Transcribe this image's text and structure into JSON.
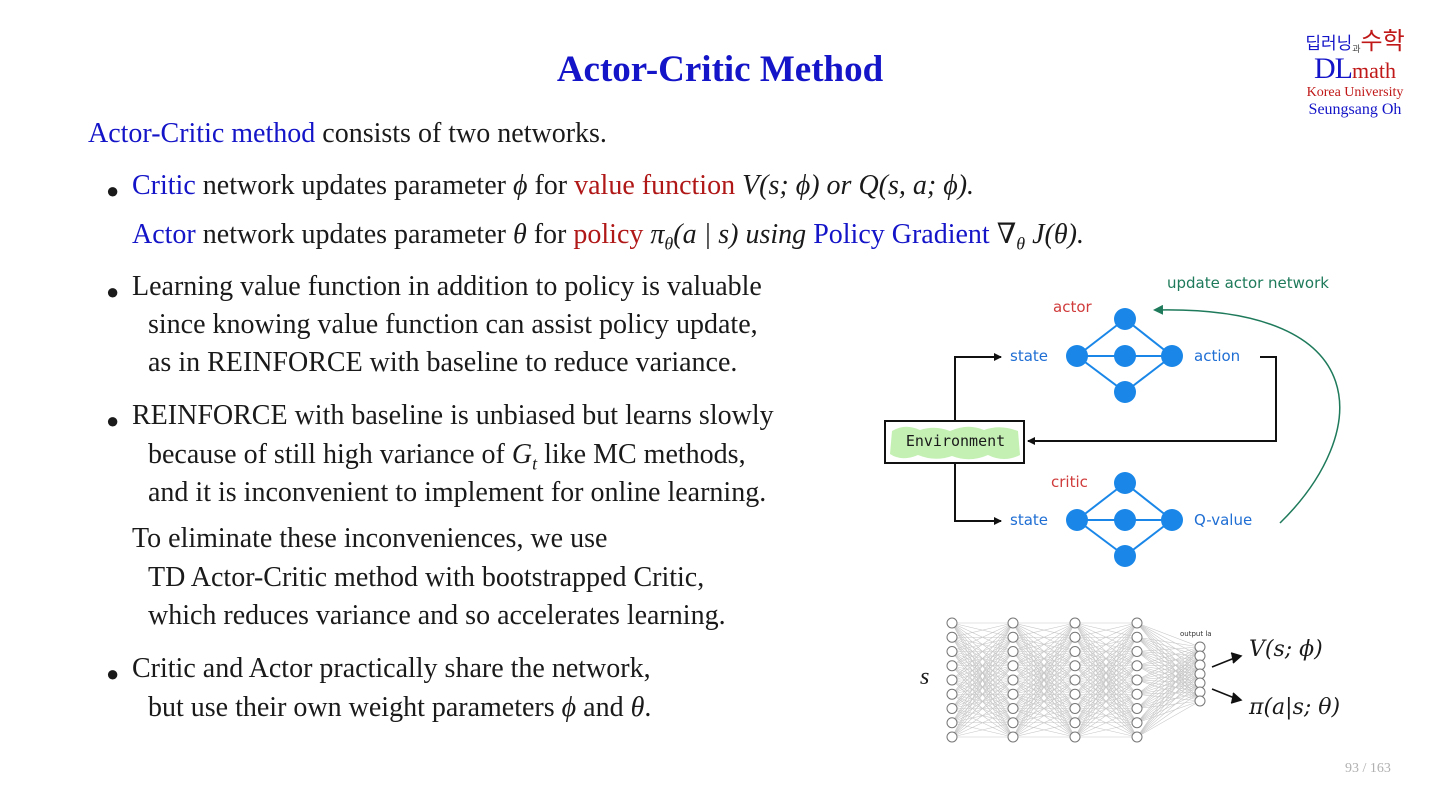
{
  "slide": {
    "title": "Actor-Critic Method",
    "page": "93 / 163"
  },
  "logo": {
    "korean_left": "딥러닝",
    "korean_small": "과",
    "korean_right": "수학",
    "dl": "DL",
    "math": "math",
    "university": "Korea University",
    "author": "Seungsang Oh"
  },
  "intro": {
    "term": "Actor-Critic method",
    "rest": " consists of two networks."
  },
  "bullet1": {
    "critic": "Critic",
    "t1": " network updates parameter ",
    "phi": "ϕ",
    "t2": " for ",
    "value_function": "value function",
    "t3": " V(s; ϕ) or Q(s, a; ϕ).",
    "actor": "Actor",
    "t4": " network updates parameter ",
    "theta": "θ",
    "t5": " for ",
    "policy": "policy",
    "t6": " π",
    "t6_sub": "θ",
    "t7": "(a | s) using ",
    "policy_gradient": "Policy Gradient",
    "t8": "  ∇",
    "t8_sub": "θ",
    "t9": " J(θ)."
  },
  "bullet2": {
    "l1": "Learning value function in addition to policy is valuable",
    "l2": "since knowing value function can assist policy update,",
    "l3": "as in REINFORCE with baseline to reduce variance."
  },
  "bullet3": {
    "l1": "REINFORCE with baseline is unbiased but learns slowly",
    "l2a": "because of still high variance of ",
    "l2g": "G",
    "l2t": "t",
    "l2b": " like MC methods,",
    "l3": "and it is inconvenient to implement for online learning."
  },
  "para": {
    "l1": "To eliminate these inconveniences, we use",
    "l2": "TD Actor-Critic method with bootstrapped Critic,",
    "l3": "which reduces variance and so accelerates learning."
  },
  "bullet4": {
    "l1": "Critic and Actor practically share the network,",
    "l2a": "but use their own weight parameters ",
    "phi": "ϕ",
    "and": " and ",
    "theta": "θ",
    "dot": "."
  },
  "diagram": {
    "update_label": "update actor network",
    "actor_label": "actor",
    "critic_label": "critic",
    "state_top": "state",
    "action": "action",
    "environment": "Environment",
    "state_bottom": "state",
    "q_value": "Q-value",
    "colors": {
      "node": "#1a87e8",
      "update": "#1e7a5a",
      "env_fill": "#c4f0b4",
      "actor": "#d03b3b",
      "label": "#1f6ed4"
    }
  },
  "network": {
    "input": "s",
    "output_layer": "output la",
    "out1": "V(s; ϕ)",
    "out2": "π(a|s; θ)"
  }
}
